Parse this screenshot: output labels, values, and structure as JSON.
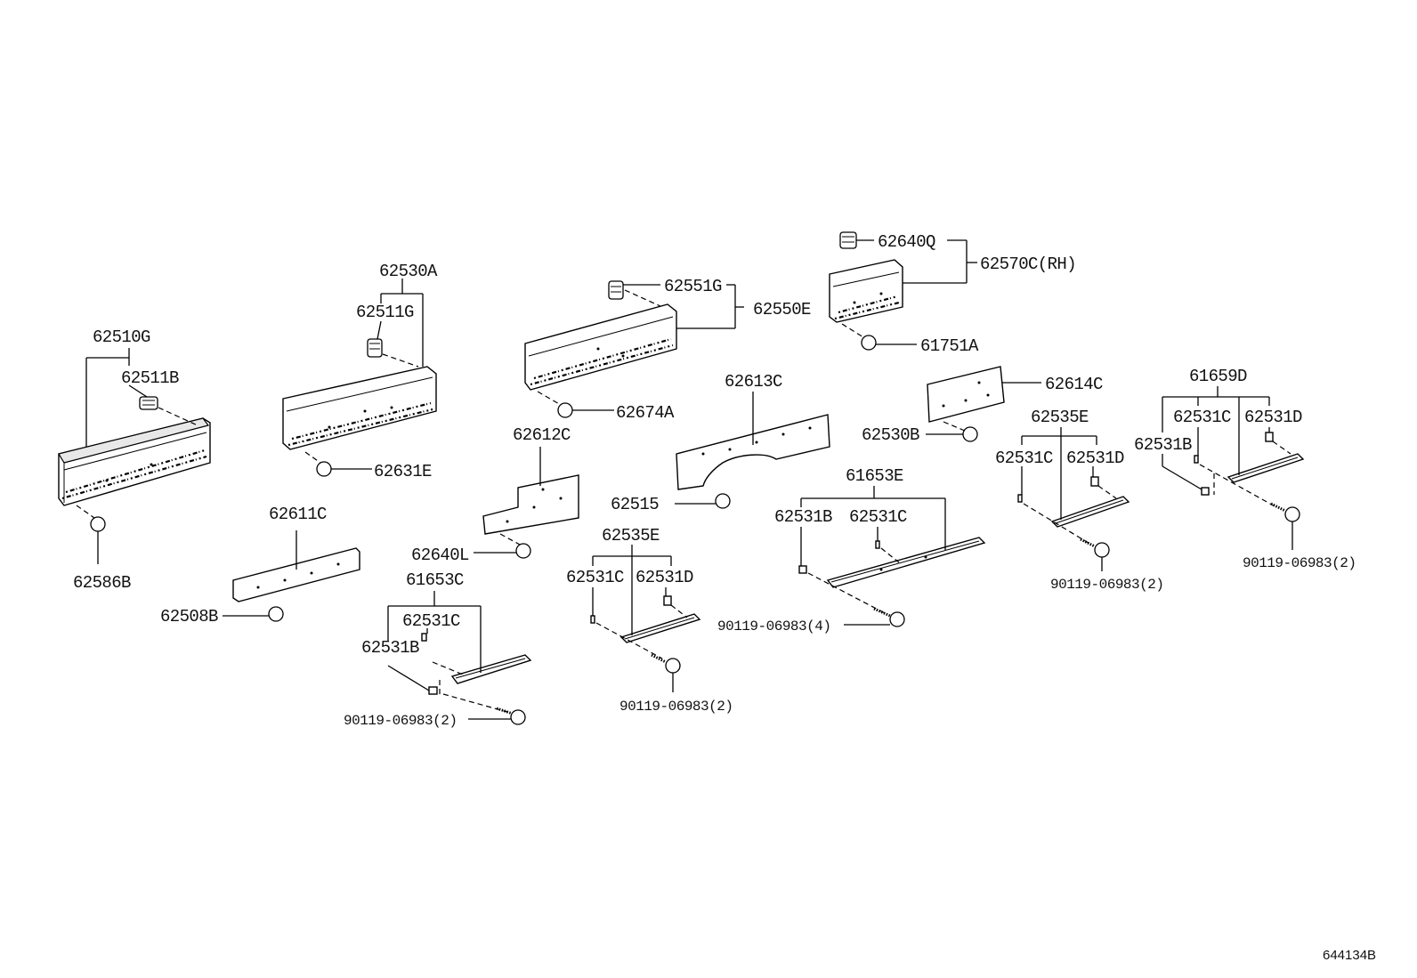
{
  "diagram": {
    "ref_number": "644134B",
    "groups": {
      "g1": {
        "assembly": "62510G",
        "clip": "62511B",
        "plug": "62586B"
      },
      "g2": {
        "assembly": "62530A",
        "clip": "62511G",
        "plug": "62631E"
      },
      "g3": {
        "assembly": "62550E",
        "clip": "62551G",
        "plug": "62674A"
      },
      "g4": {
        "assembly": "62570C(RH)",
        "clip": "62640Q",
        "plug": "61751A"
      },
      "g5": {
        "part": "62611C",
        "plug": "62508B"
      },
      "g6": {
        "part": "62612C",
        "plug": "62640L"
      },
      "g7": {
        "part": "62613C",
        "plug": "62515"
      },
      "g8": {
        "part": "62614C",
        "plug": "62530B"
      },
      "g9": {
        "assembly": "61653C",
        "item_c": "62531C",
        "item_b": "62531B",
        "bolt": "90119-06983(2)"
      },
      "g10": {
        "assembly": "62535E",
        "item_c": "62531C",
        "item_d": "62531D",
        "bolt": "90119-06983(2)"
      },
      "g11": {
        "assembly": "61653E",
        "item_b": "62531B",
        "item_c": "62531C",
        "bolt": "90119-06983(4)"
      },
      "g12": {
        "assembly": "62535E",
        "item_c": "62531C",
        "item_d": "62531D",
        "bolt": "90119-06983(2)"
      },
      "g13": {
        "assembly": "61659D",
        "item_c": "62531C",
        "item_d": "62531D",
        "item_b": "62531B",
        "bolt": "90119-06983(2)"
      }
    }
  }
}
